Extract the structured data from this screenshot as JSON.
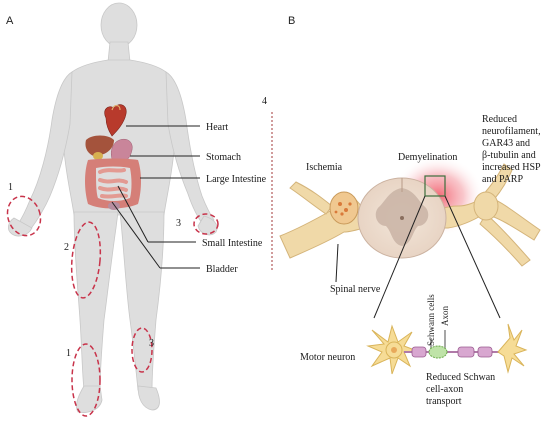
{
  "panels": {
    "a": "A",
    "b": "B"
  },
  "organs": {
    "heart": "Heart",
    "stomach": "Stomach",
    "large_intestine": "Large Intestine",
    "small_intestine": "Small Intestine",
    "bladder": "Bladder"
  },
  "region_numbers": {
    "left_hand": "1",
    "left_thigh": "2",
    "right_hand": "3",
    "left_foot": "1",
    "right_shin": "3",
    "divider": "4"
  },
  "nerve_labels": {
    "ischemia": "Ischemia",
    "demyelination": "Demyelination",
    "spinal_nerve": "Spinal nerve",
    "motor_neuron": "Motor neuron",
    "schwann_cells": "Schwann cells",
    "axon": "Axon",
    "reduced_transport": [
      "Reduced Schwan",
      "cell-axon",
      "transport"
    ],
    "reduced_proteins": [
      "Reduced",
      "neurofilament,",
      "GAR43 and",
      "β-tubulin and",
      "increased HSP",
      "and PARP"
    ]
  },
  "colors": {
    "skin": "#d9d9d9",
    "nerve": "#f0d9a8",
    "nerve_stroke": "#d4b47a",
    "dash": "#c8334a",
    "inflammation": "#f2606e"
  }
}
